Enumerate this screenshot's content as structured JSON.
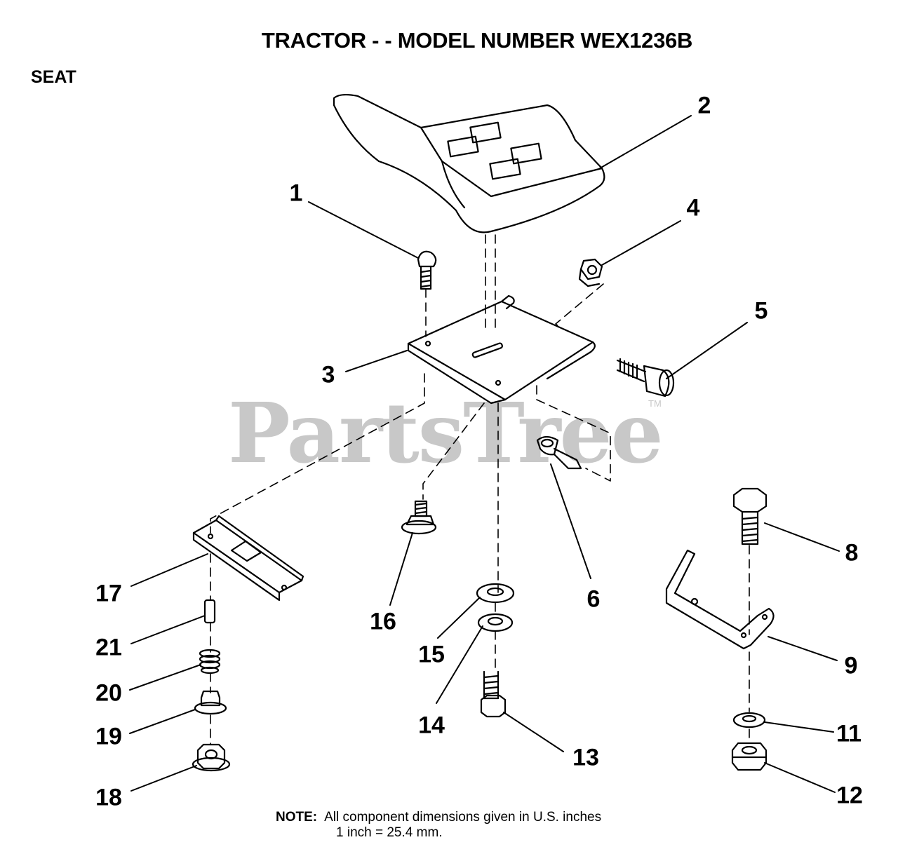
{
  "header": {
    "title": "TRACTOR - - MODEL NUMBER WEX1236B",
    "section": "SEAT"
  },
  "watermark": {
    "text": "PartsTree",
    "trademark": "TM"
  },
  "callouts": [
    "1",
    "2",
    "3",
    "4",
    "5",
    "6",
    "8",
    "9",
    "11",
    "12",
    "13",
    "14",
    "15",
    "16",
    "17",
    "18",
    "19",
    "20",
    "21"
  ],
  "note": {
    "label": "NOTE:",
    "line1": "All component dimensions given in U.S. inches",
    "line2": "1 inch = 25.4 mm."
  },
  "colors": {
    "ink": "#000000",
    "watermark": "#c8c8c8"
  }
}
